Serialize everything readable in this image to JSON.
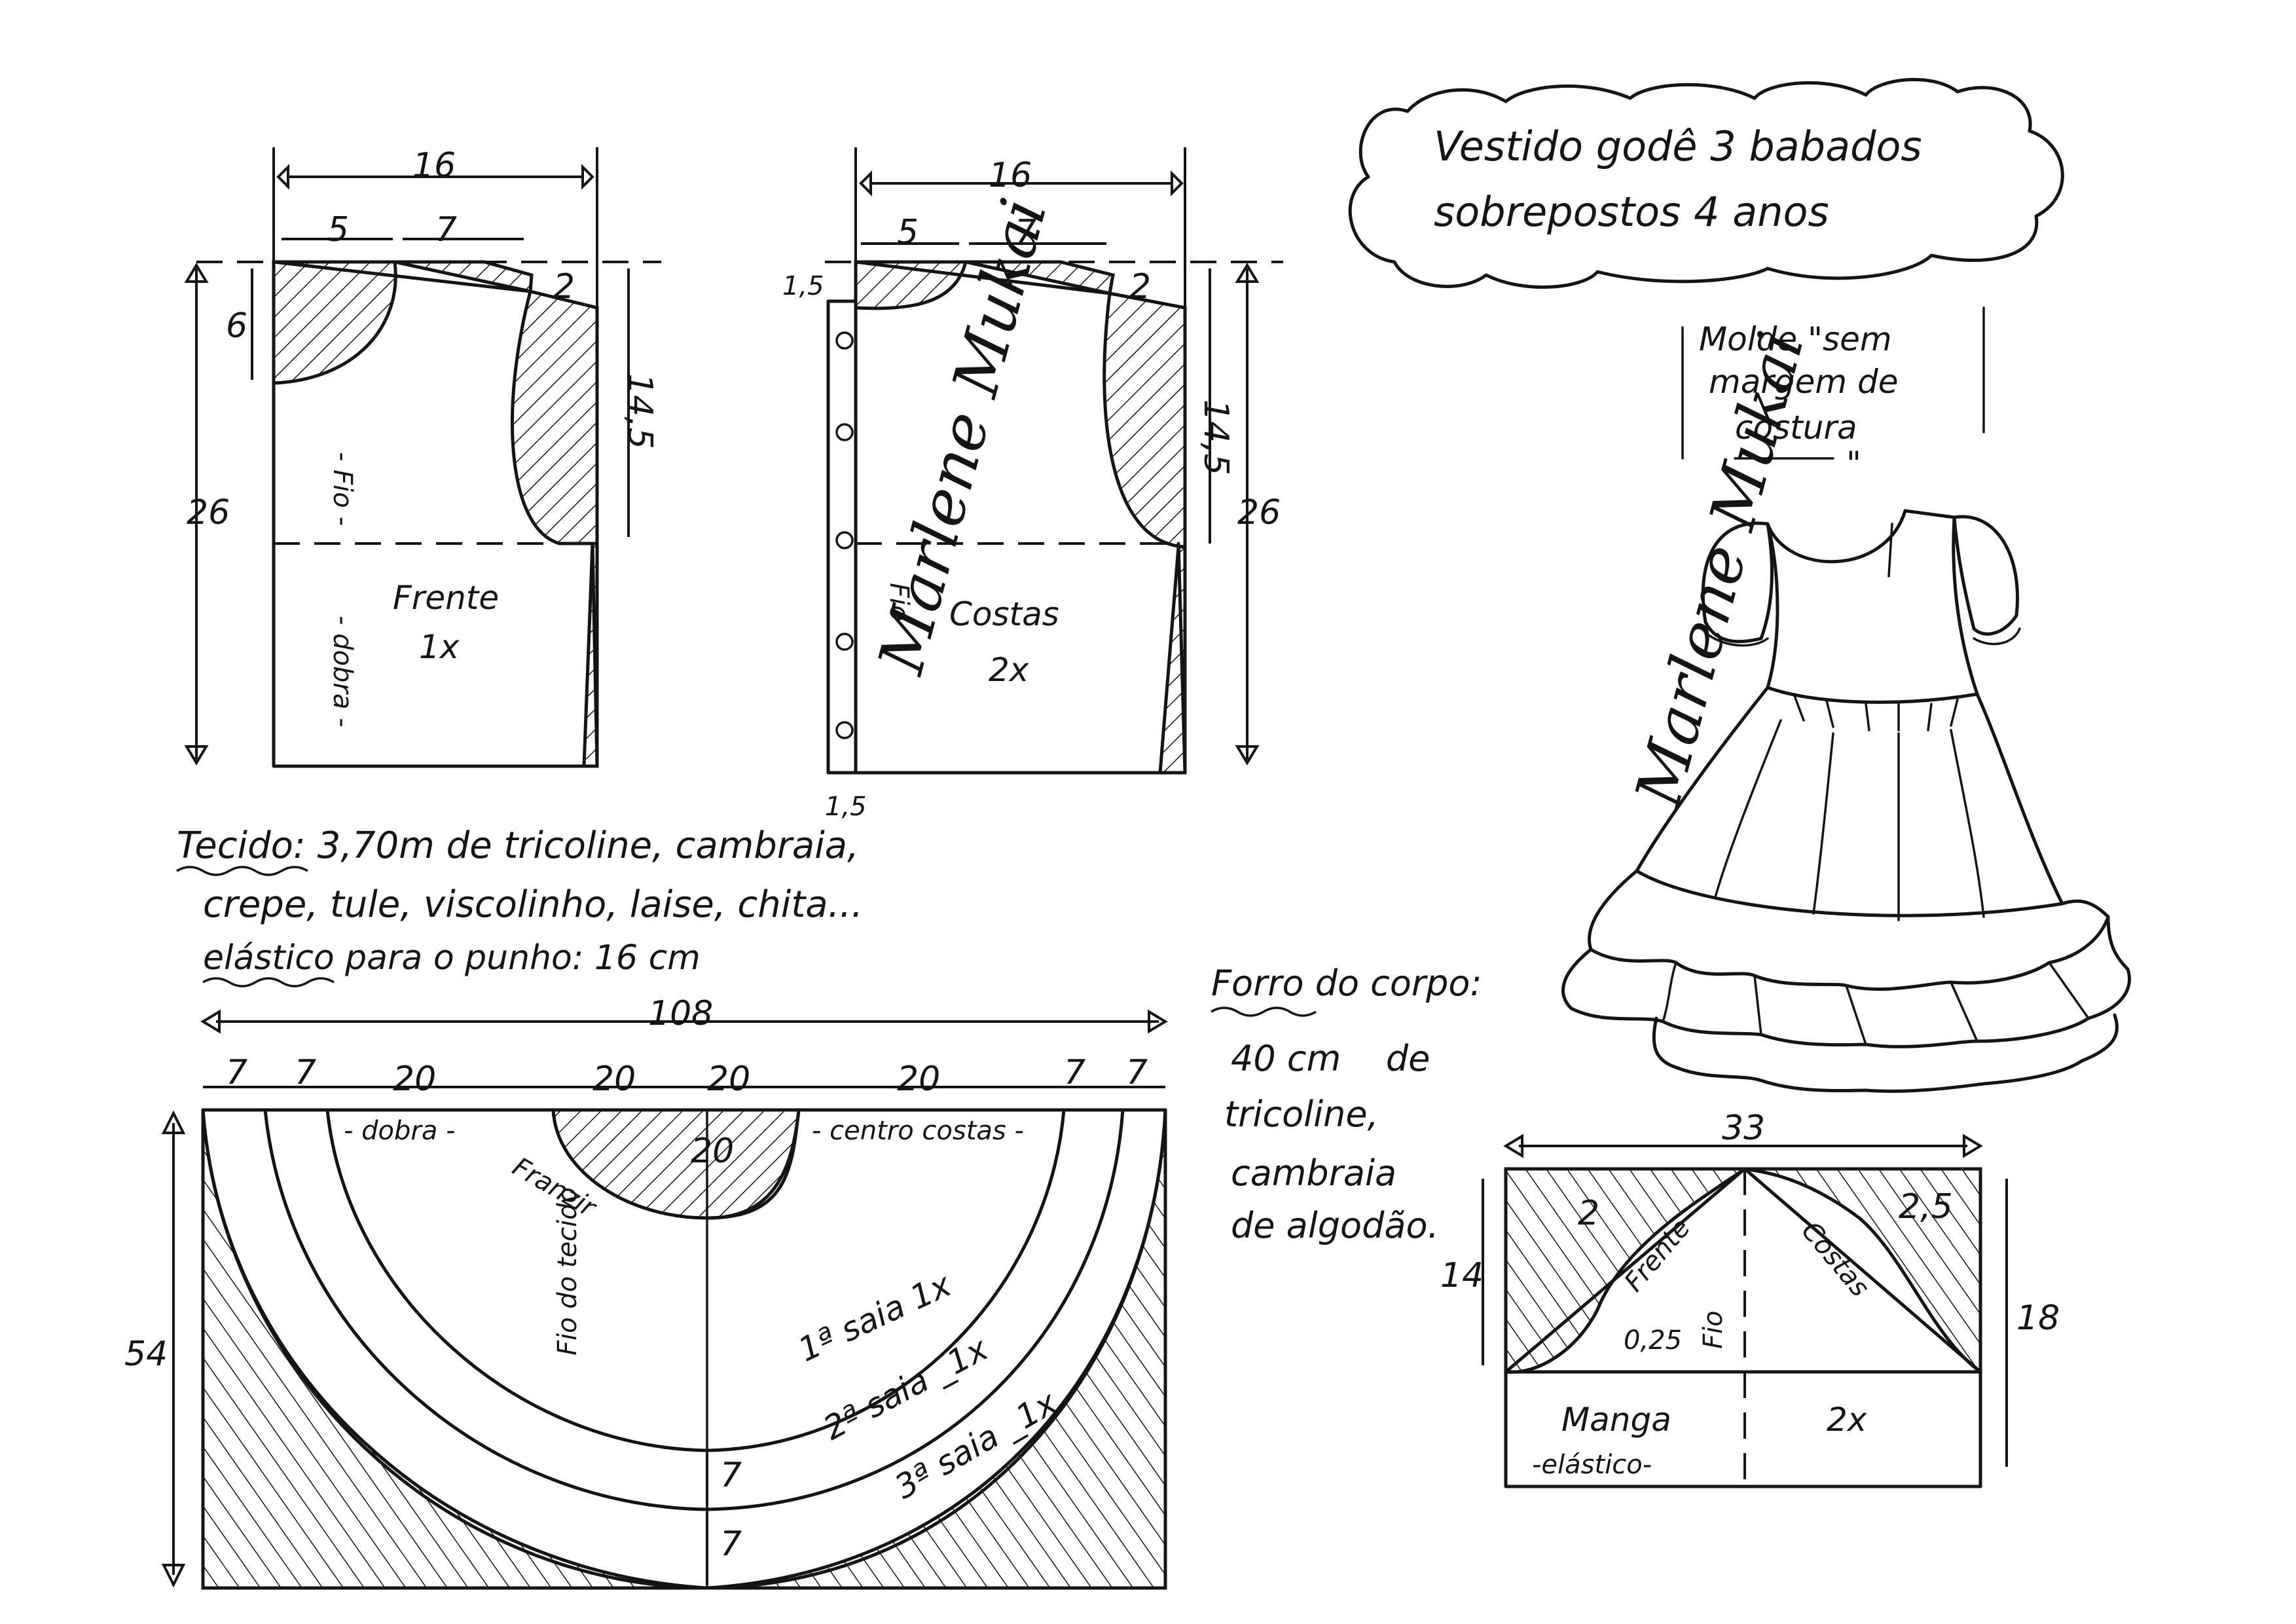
{
  "title": {
    "line1": "Vestido godê 3 babados",
    "line2": "sobrepostos  4 anos"
  },
  "note": {
    "line1": "Molde \"sem",
    "line2": "margem de",
    "line3": "costura",
    "close_quote": "\""
  },
  "signature": "Marlene Mukai",
  "fabric": {
    "line1": "Tecido: 3,70m de tricoline, cambraia,",
    "line2": "crepe, tule, viscolinho, laise, chita...",
    "line3": "elástico para o punho: 16 cm"
  },
  "lining": {
    "line1": "Forro do corpo:",
    "line2": "40 cm    de",
    "line3": "tricoline,",
    "line4": "cambraia",
    "line5": "de algodão."
  },
  "front_piece": {
    "name": "Frente",
    "count": "1x",
    "grain_label": "- Fio -",
    "fold_label": "- dobra -",
    "dims": {
      "width": "16",
      "neck": "5",
      "shoulder": "7",
      "neck_depth": "6",
      "shoulder_drop": "2",
      "armhole": "14,5",
      "length": "26"
    }
  },
  "back_piece": {
    "name": "Costas",
    "count": "2x",
    "grain_label": "Fio",
    "dims": {
      "width": "16",
      "neck": "5",
      "shoulder": "7",
      "neck_depth": "1,5",
      "shoulder_drop": "2",
      "armhole": "14,5",
      "length": "26",
      "extension": "1,5"
    }
  },
  "skirt": {
    "dims": {
      "total_width": "108",
      "seg_a": "7",
      "seg_b": "7",
      "seg_c": "20",
      "seg_d": "20",
      "seg_e": "20",
      "seg_f": "20",
      "seg_g": "7",
      "seg_h": "7",
      "height": "54",
      "waist_depth": "20",
      "ruffle_1": "7",
      "ruffle_2": "7"
    },
    "fold_label": "- dobra -",
    "center_back_label": "- centro costas -",
    "gather_label": "Franzir",
    "grain_label": "Fio do tecido",
    "skirt1": "1ª saia 1x",
    "skirt2": "2ª saia _1x",
    "skirt3": "3ª saia _1x"
  },
  "sleeve": {
    "name": "Manga",
    "count": "2x",
    "elastic_label": "-elástico-",
    "front_label": "Frente",
    "back_label": "Costas",
    "grain_label": "Fio",
    "dims": {
      "width": "33",
      "left_height": "14",
      "right_height": "18",
      "front_curve": "2",
      "back_curve": "2,5",
      "front_dip": "0,25"
    }
  }
}
